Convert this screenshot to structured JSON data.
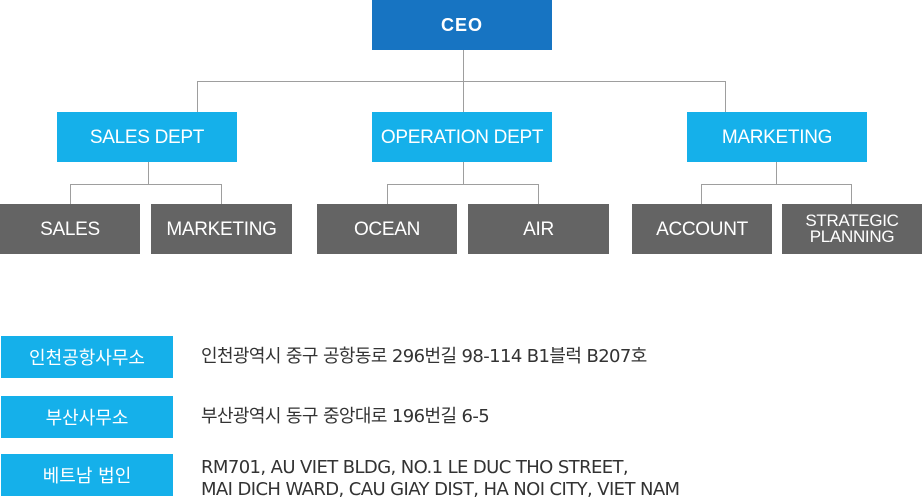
{
  "org_chart": {
    "ceo": "CEO",
    "departments": [
      {
        "label": "SALES DEPT",
        "teams": [
          {
            "lines": [
              "SALES"
            ]
          },
          {
            "lines": [
              "MARKETING"
            ]
          }
        ]
      },
      {
        "label": "OPERATION DEPT",
        "teams": [
          {
            "lines": [
              "OCEAN"
            ]
          },
          {
            "lines": [
              "AIR"
            ]
          }
        ]
      },
      {
        "label": "MARKETING",
        "teams": [
          {
            "lines": [
              "ACCOUNT"
            ]
          },
          {
            "lines": [
              "STRATEGIC",
              "PLANNING"
            ]
          }
        ]
      }
    ]
  },
  "offices": [
    {
      "label": "인천공항사무소",
      "address": [
        "인천광역시 중구 공항동로 296번길 98-114 B1블럭 B207호"
      ]
    },
    {
      "label": "부산사무소",
      "address": [
        "부산광역시 동구 중앙대로 196번길 6-5"
      ]
    },
    {
      "label": "베트남 법인",
      "address": [
        "RM701, AU VIET BLDG, NO.1 LE DUC THO STREET,",
        "MAI DICH WARD, CAU GIAY DIST, HA NOI CITY, VIET NAM"
      ]
    }
  ]
}
